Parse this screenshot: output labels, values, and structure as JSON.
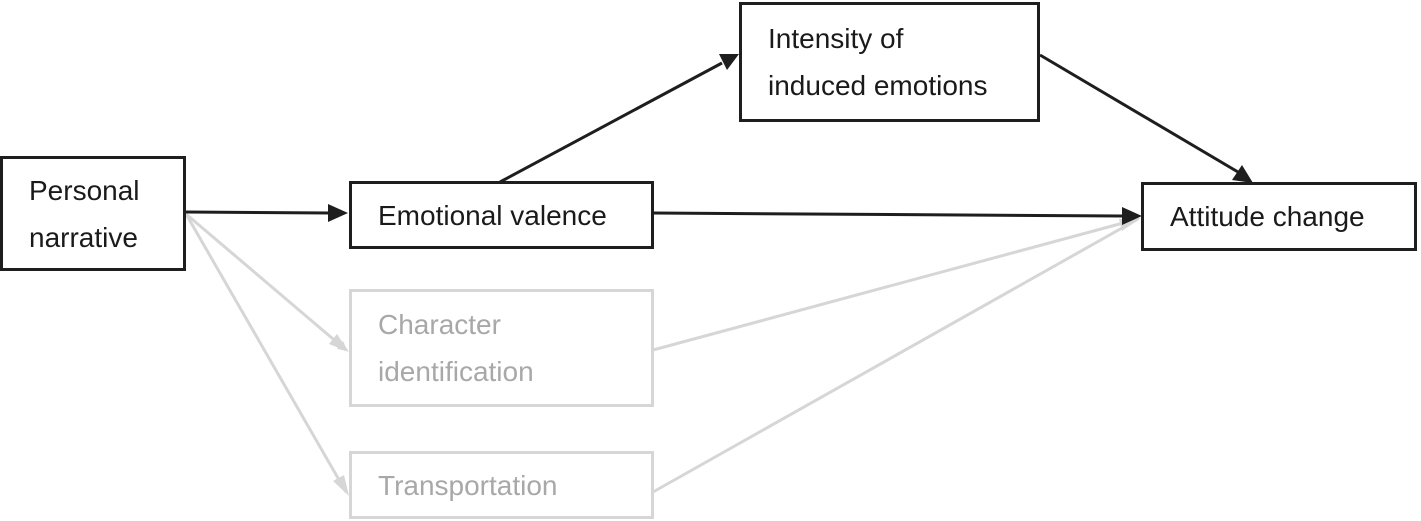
{
  "diagram": {
    "nodes": {
      "personal_narrative": "Personal\nnarrative",
      "emotional_valence": "Emotional valence",
      "intensity": "Intensity of\ninduced emotions",
      "attitude_change": "Attitude change",
      "character_identification": "Character\nidentification",
      "transportation": "Transportation"
    },
    "edges": [
      {
        "from": "personal_narrative",
        "to": "emotional_valence",
        "emphasis": "primary"
      },
      {
        "from": "emotional_valence",
        "to": "intensity",
        "emphasis": "primary"
      },
      {
        "from": "intensity",
        "to": "attitude_change",
        "emphasis": "primary"
      },
      {
        "from": "emotional_valence",
        "to": "attitude_change",
        "emphasis": "primary"
      },
      {
        "from": "personal_narrative",
        "to": "character_identification",
        "emphasis": "muted"
      },
      {
        "from": "personal_narrative",
        "to": "transportation",
        "emphasis": "muted"
      },
      {
        "from": "character_identification",
        "to": "attitude_change",
        "emphasis": "muted"
      },
      {
        "from": "transportation",
        "to": "attitude_change",
        "emphasis": "muted"
      }
    ],
    "colors": {
      "primary": "#1e1e1e",
      "muted": "#d6d6d6",
      "muted_text": "#a8a8a8"
    }
  }
}
